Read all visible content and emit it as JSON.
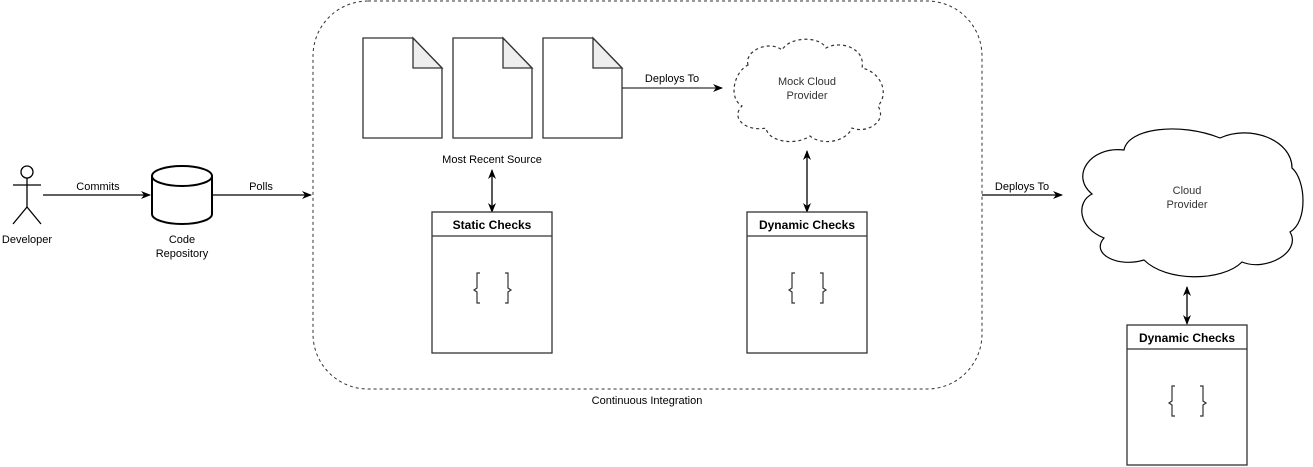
{
  "diagram": {
    "developer": {
      "label": "Developer"
    },
    "repository": {
      "line1": "Code",
      "line2": "Repository"
    },
    "edges": {
      "commits": "Commits",
      "polls": "Polls",
      "deploys_mock": "Deploys To",
      "deploys_cloud": "Deploys To"
    },
    "ci_group": {
      "label": "Continuous Integration"
    },
    "source": {
      "label": "Most Recent Source",
      "document_count": 3
    },
    "mock_cloud": {
      "line1": "Mock Cloud",
      "line2": "Provider"
    },
    "static_checks": {
      "title": "Static Checks",
      "body_icon": "{ }"
    },
    "dynamic_checks_ci": {
      "title": "Dynamic Checks",
      "body_icon": "{ }"
    },
    "cloud": {
      "line1": "Cloud",
      "line2": "Provider"
    },
    "dynamic_checks_cloud": {
      "title": "Dynamic Checks",
      "body_icon": "{ }"
    }
  }
}
